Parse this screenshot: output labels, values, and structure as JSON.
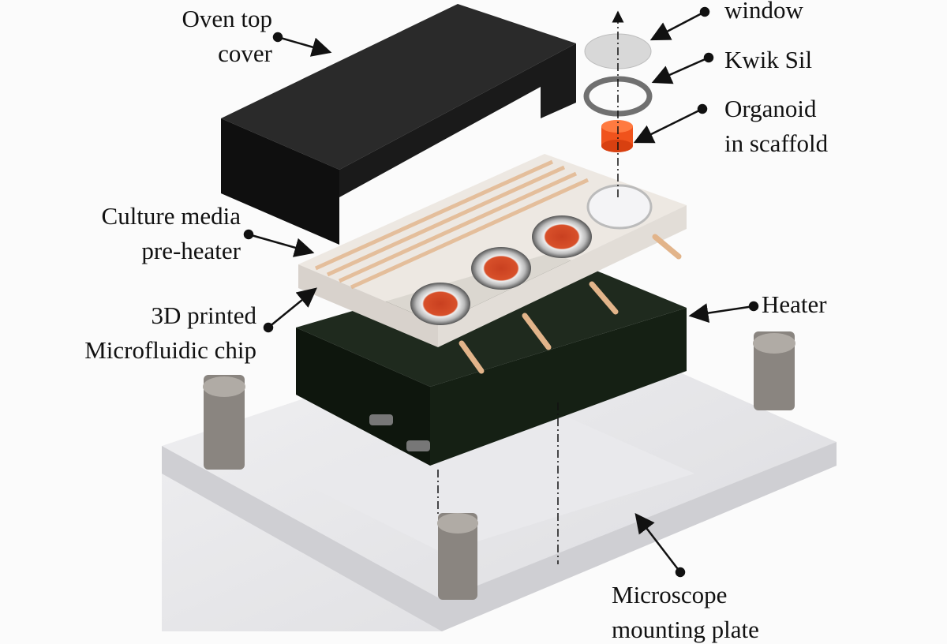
{
  "labels": {
    "oven_top_cover": [
      "Oven top",
      "cover"
    ],
    "window": [
      "window"
    ],
    "kwik_sil": [
      "Kwik Sil"
    ],
    "organoid": [
      "Organoid",
      "in scaffold"
    ],
    "culture_media": [
      "Culture media",
      "pre-heater"
    ],
    "microfluidic_chip": [
      "3D printed",
      "Microfluidic chip"
    ],
    "heater": [
      "Heater"
    ],
    "mounting_plate": [
      "Microscope",
      "mounting plate"
    ]
  },
  "colors": {
    "oven_cover": "#1a1a1a",
    "heater": "#10180f",
    "chip": "#ece6e0",
    "preheater_channels": "#e2b48a",
    "organoid": "#f0531c",
    "kwik_sil_ring": "#707070",
    "window": "#d8d8d8",
    "plate": "#e4e4e6",
    "screw": "#8a8580"
  }
}
